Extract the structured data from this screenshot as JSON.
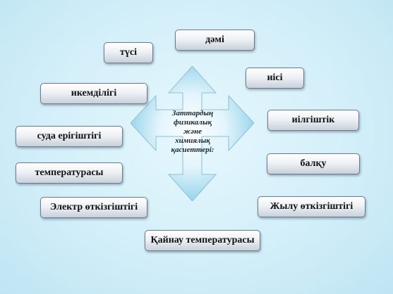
{
  "center": {
    "lines": [
      "Заттардың",
      "физикалық",
      "және",
      "химиялық",
      "қасиеттері:"
    ]
  },
  "properties": {
    "dami": "дәмі",
    "tusi": "түсі",
    "iisi": "иісі",
    "ikemdiligi": "икемділігі",
    "ilgishtik": "иілгіштік",
    "suda_erigishtigi": "суда ерігіштігі",
    "balku": "балқу",
    "temperaturasy": "температурасы",
    "elektr": "Электр өткізгіштігі",
    "zhylu": "Жылу өткізгіштігі",
    "kainau": "Қайнау температурасы"
  },
  "colors": {
    "arrow_fill_light": "#ffffff",
    "arrow_fill_dark": "#7fc9e6",
    "arrow_stroke": "#8fbfd3"
  }
}
